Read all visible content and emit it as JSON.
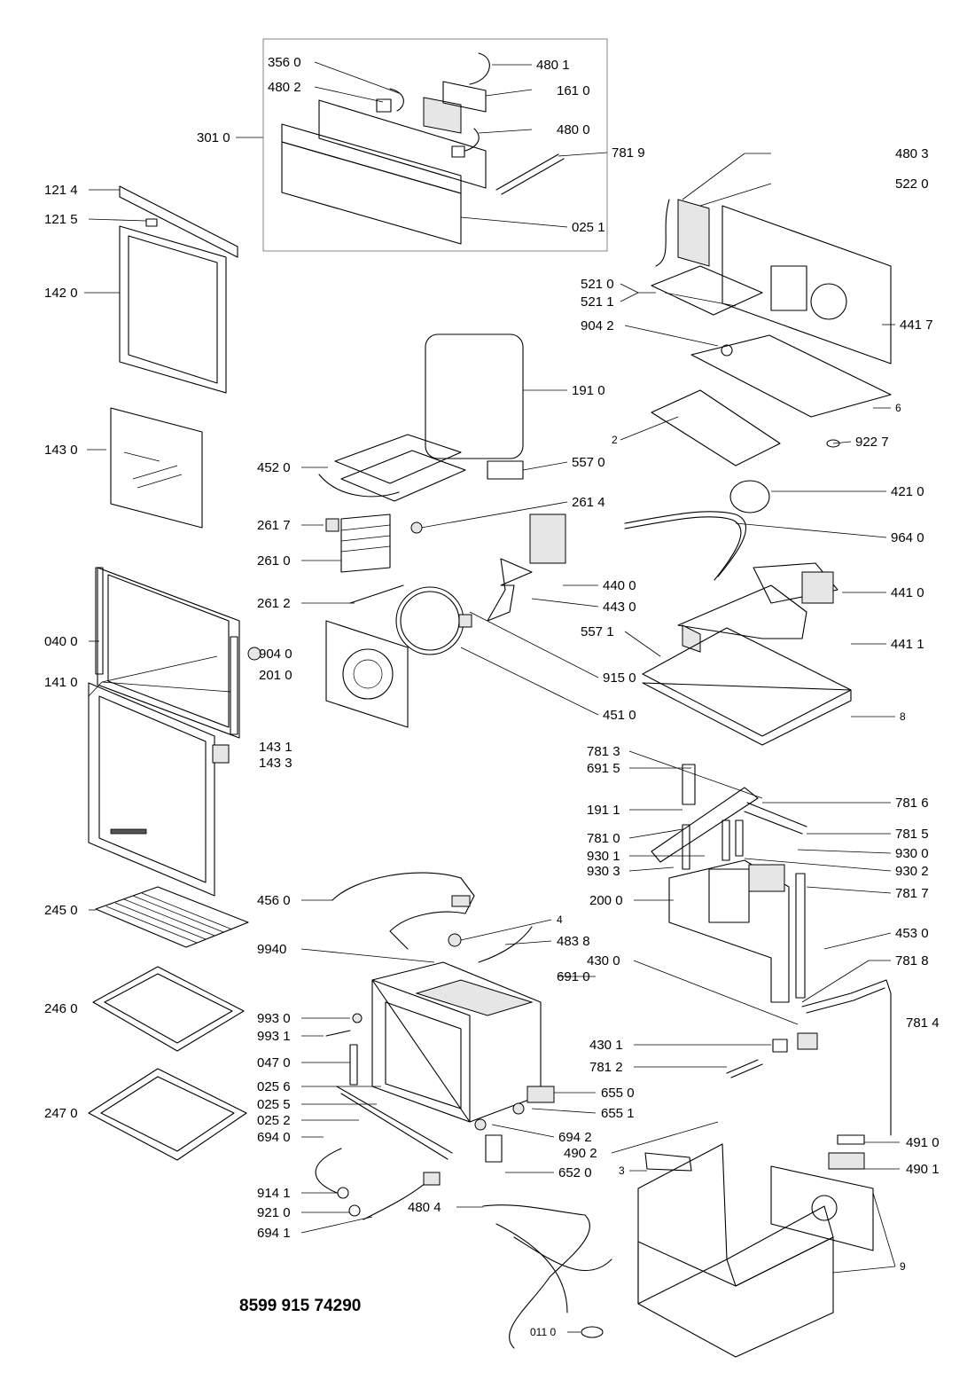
{
  "diagram": {
    "model_code": "8599 915 74290",
    "labels": [
      {
        "id": "p3560",
        "text": "356 0"
      },
      {
        "id": "p4801",
        "text": "480 1"
      },
      {
        "id": "p4802",
        "text": "480 2"
      },
      {
        "id": "p1610",
        "text": "161 0"
      },
      {
        "id": "p3010",
        "text": "301 0"
      },
      {
        "id": "p4800",
        "text": "480 0"
      },
      {
        "id": "p7819",
        "text": "781 9"
      },
      {
        "id": "p4803",
        "text": "480 3"
      },
      {
        "id": "p1214",
        "text": "121 4"
      },
      {
        "id": "p5220",
        "text": "522 0"
      },
      {
        "id": "p1215",
        "text": "121 5"
      },
      {
        "id": "p0251",
        "text": "025 1"
      },
      {
        "id": "p5210",
        "text": "521 0"
      },
      {
        "id": "p1420",
        "text": "142 0"
      },
      {
        "id": "p5211",
        "text": "521 1"
      },
      {
        "id": "p9042",
        "text": "904 2"
      },
      {
        "id": "p4417",
        "text": "441 7"
      },
      {
        "id": "p1910",
        "text": "191 0"
      },
      {
        "id": "p6",
        "text": "6"
      },
      {
        "id": "p2",
        "text": "2"
      },
      {
        "id": "p1430",
        "text": "143 0"
      },
      {
        "id": "p9227",
        "text": "922 7"
      },
      {
        "id": "p4520",
        "text": "452 0"
      },
      {
        "id": "p5570",
        "text": "557 0"
      },
      {
        "id": "p4210",
        "text": "421 0"
      },
      {
        "id": "p2614",
        "text": "261 4"
      },
      {
        "id": "p2617",
        "text": "261 7"
      },
      {
        "id": "p9640",
        "text": "964 0"
      },
      {
        "id": "p2610",
        "text": "261 0"
      },
      {
        "id": "p4400",
        "text": "440 0"
      },
      {
        "id": "p4410",
        "text": "441 0"
      },
      {
        "id": "p2612",
        "text": "261 2"
      },
      {
        "id": "p4430",
        "text": "443 0"
      },
      {
        "id": "p0400",
        "text": "040 0"
      },
      {
        "id": "p5571",
        "text": "557 1"
      },
      {
        "id": "p4411",
        "text": "441 1"
      },
      {
        "id": "p9040",
        "text": "904 0"
      },
      {
        "id": "p1410",
        "text": "141 0"
      },
      {
        "id": "p2010",
        "text": "201 0"
      },
      {
        "id": "p9150",
        "text": "915 0"
      },
      {
        "id": "p4510",
        "text": "451 0"
      },
      {
        "id": "p8",
        "text": "8"
      },
      {
        "id": "p1431",
        "text": "143 1"
      },
      {
        "id": "p1433",
        "text": "143 3"
      },
      {
        "id": "p7813",
        "text": "781 3"
      },
      {
        "id": "p6915",
        "text": "691 5"
      },
      {
        "id": "p1911",
        "text": "191 1"
      },
      {
        "id": "p7816",
        "text": "781 6"
      },
      {
        "id": "p7810",
        "text": "781 0"
      },
      {
        "id": "p7815",
        "text": "781 5"
      },
      {
        "id": "p9301",
        "text": "930 1"
      },
      {
        "id": "p9300",
        "text": "930 0"
      },
      {
        "id": "p9303",
        "text": "930 3"
      },
      {
        "id": "p9302",
        "text": "930 2"
      },
      {
        "id": "p2450",
        "text": "245 0"
      },
      {
        "id": "p4560",
        "text": "456 0"
      },
      {
        "id": "p2000",
        "text": "200 0"
      },
      {
        "id": "p7817",
        "text": "781 7"
      },
      {
        "id": "p4",
        "text": "4"
      },
      {
        "id": "p4838",
        "text": "483 8"
      },
      {
        "id": "p4530",
        "text": "453 0"
      },
      {
        "id": "p9940",
        "text": "9940"
      },
      {
        "id": "p4300",
        "text": "430 0"
      },
      {
        "id": "p7818",
        "text": "781 8"
      },
      {
        "id": "p6910",
        "text": "691 0"
      },
      {
        "id": "p2460",
        "text": "246 0"
      },
      {
        "id": "p9930",
        "text": "993 0"
      },
      {
        "id": "p7814",
        "text": "781 4"
      },
      {
        "id": "p9931",
        "text": "993 1"
      },
      {
        "id": "p4301",
        "text": "430 1"
      },
      {
        "id": "p0470",
        "text": "047 0"
      },
      {
        "id": "p7812",
        "text": "781 2"
      },
      {
        "id": "p0256",
        "text": "025 6"
      },
      {
        "id": "p6550",
        "text": "655 0"
      },
      {
        "id": "p0255",
        "text": "025 5"
      },
      {
        "id": "p6551",
        "text": "655 1"
      },
      {
        "id": "p2470",
        "text": "247 0"
      },
      {
        "id": "p0252",
        "text": "025 2"
      },
      {
        "id": "p6940",
        "text": "694 0"
      },
      {
        "id": "p6942",
        "text": "694 2"
      },
      {
        "id": "p4910",
        "text": "491 0"
      },
      {
        "id": "p4902",
        "text": "490 2"
      },
      {
        "id": "p4901",
        "text": "490 1"
      },
      {
        "id": "p3",
        "text": "3"
      },
      {
        "id": "p6520",
        "text": "652 0"
      },
      {
        "id": "p9141",
        "text": "914 1"
      },
      {
        "id": "p4804",
        "text": "480 4"
      },
      {
        "id": "p9210",
        "text": "921 0"
      },
      {
        "id": "p6941",
        "text": "694 1"
      },
      {
        "id": "p9",
        "text": "9"
      },
      {
        "id": "p0110",
        "text": "011 0"
      }
    ]
  }
}
